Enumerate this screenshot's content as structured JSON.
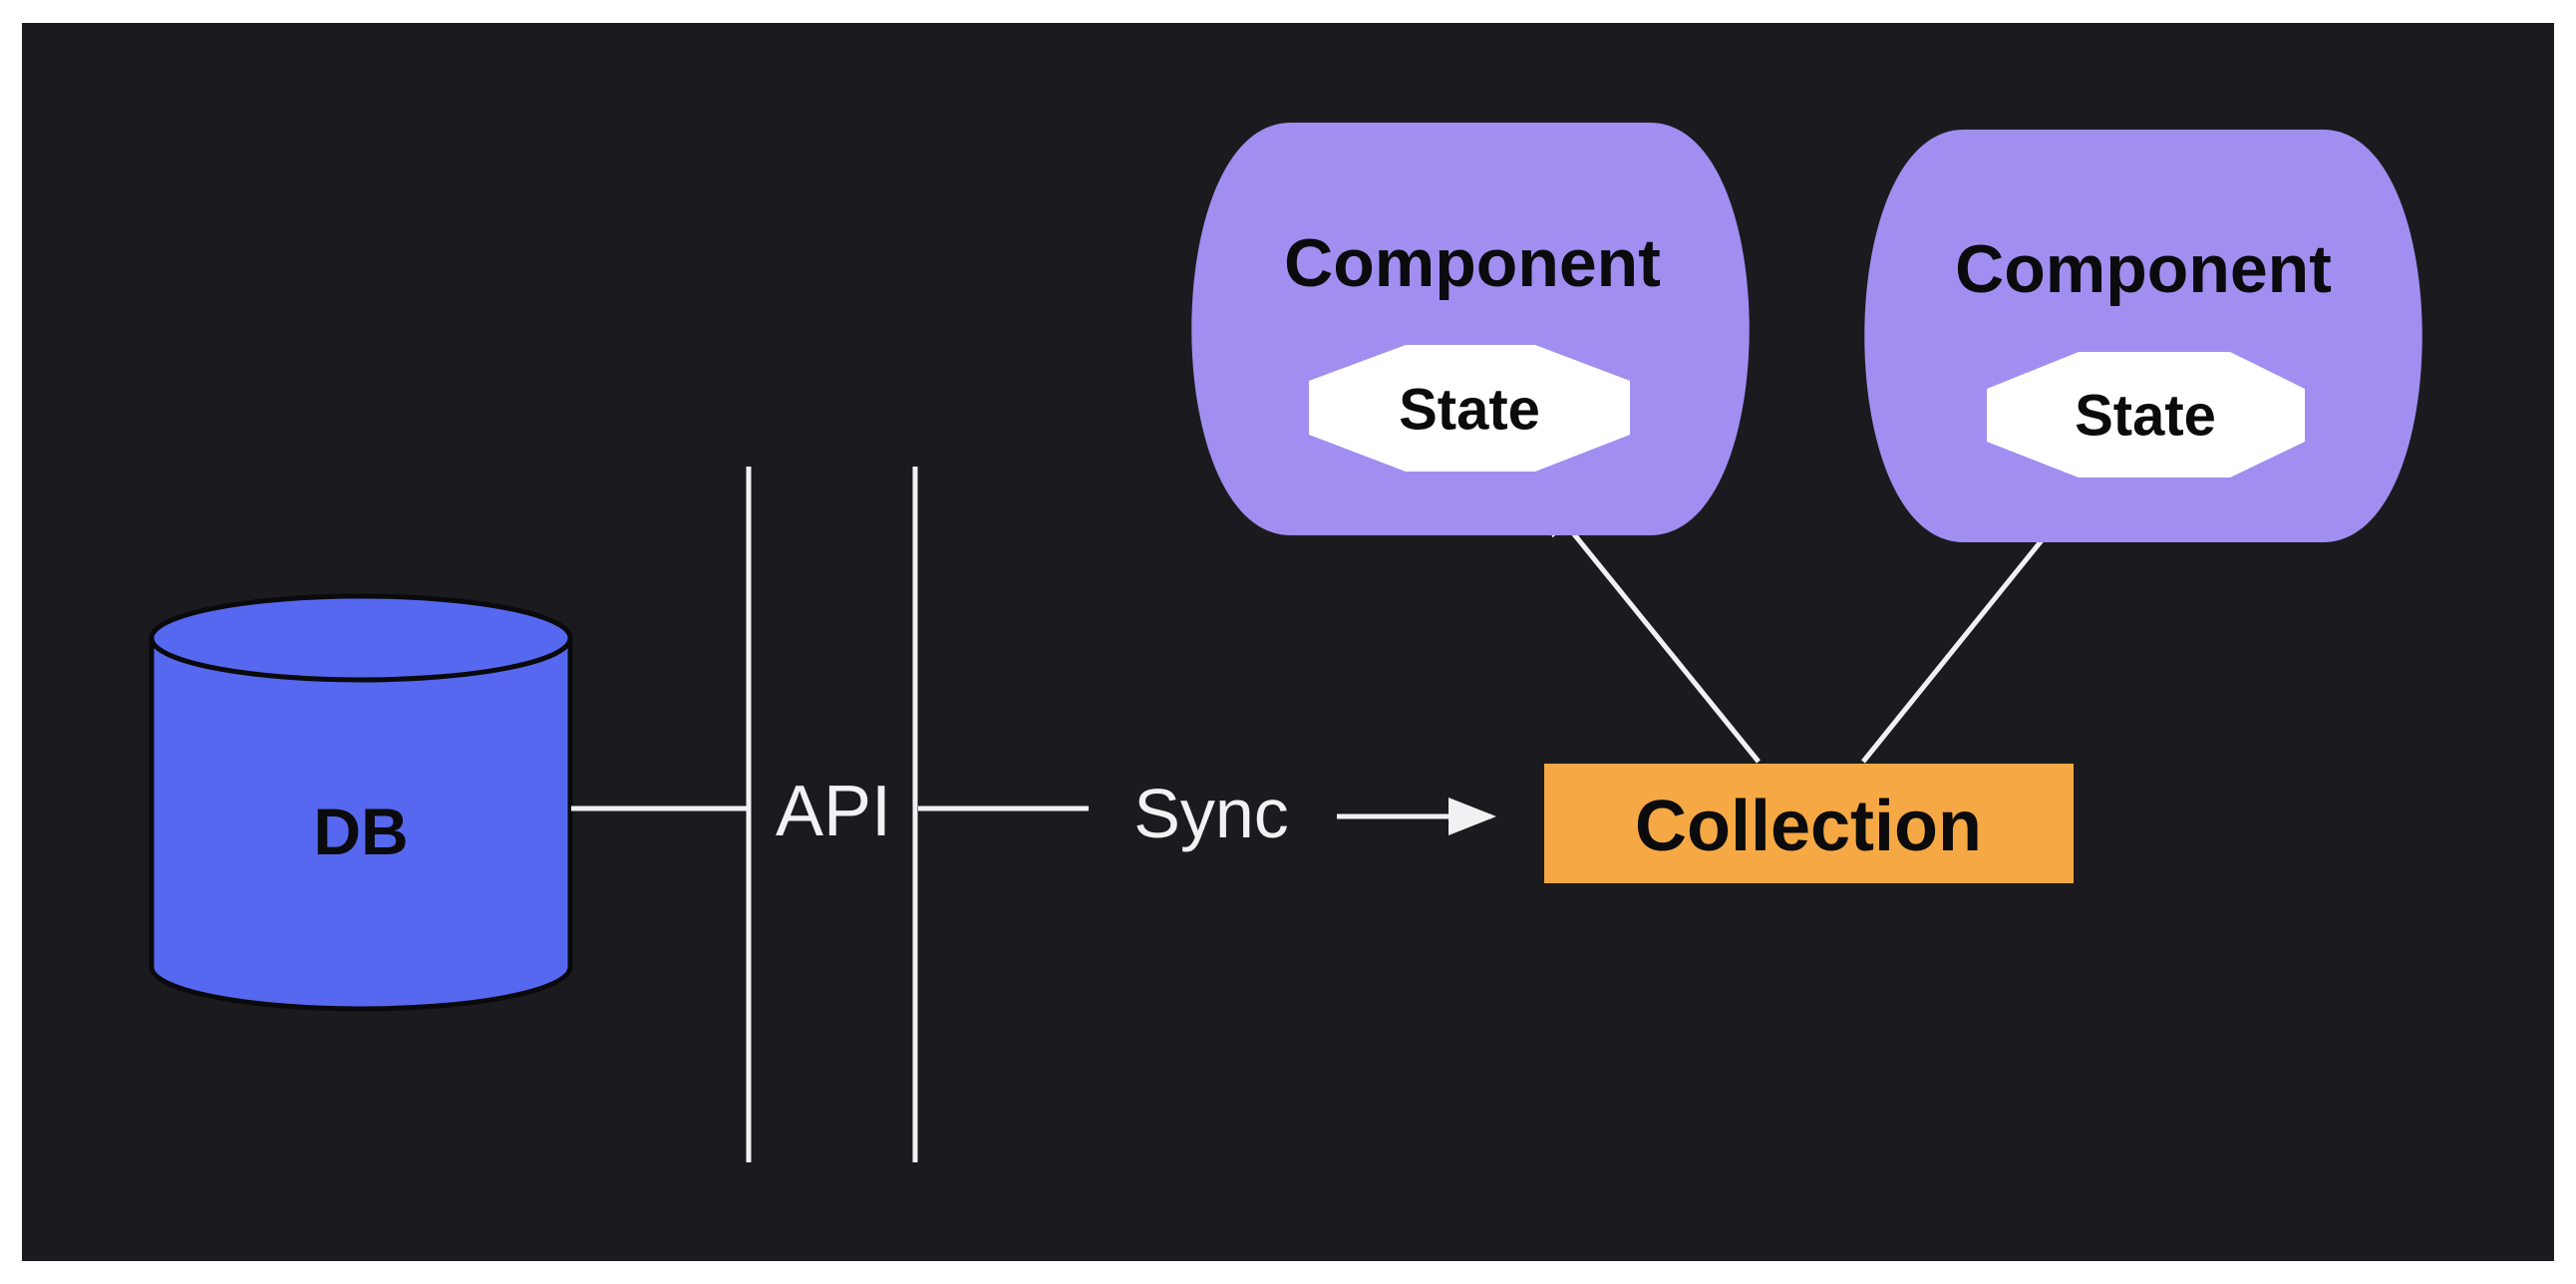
{
  "diagram": {
    "title": "DB to components state sync diagram",
    "background": "#1b1b1f",
    "frame_color": "#ffffff",
    "colors": {
      "db_fill": "#5668f0",
      "component_fill": "#a18ef0",
      "state_fill": "#ffffff",
      "collection_fill": "#f5a843",
      "line_white": "#f1f1f3",
      "text_dark": "#0b0b0d",
      "text_light": "#f2f2f4"
    },
    "nodes": {
      "db": {
        "label": "DB",
        "shape": "cylinder"
      },
      "api": {
        "label": "API",
        "shape": "boundary-lines"
      },
      "sync": {
        "label": "Sync"
      },
      "collection": {
        "label": "Collection",
        "shape": "rectangle"
      },
      "components": [
        {
          "label": "Component",
          "state": {
            "label": "State"
          }
        },
        {
          "label": "Component",
          "state": {
            "label": "State"
          }
        }
      ]
    },
    "edges": [
      {
        "from": "db",
        "to": "api-boundary",
        "style": "plain-line"
      },
      {
        "from": "api-boundary",
        "to": "sync-label",
        "style": "plain-line"
      },
      {
        "from": "sync-label",
        "to": "collection",
        "style": "arrow"
      },
      {
        "from": "collection",
        "to": "components.0.state",
        "style": "arrow"
      },
      {
        "from": "collection",
        "to": "components.1.state",
        "style": "arrow"
      }
    ]
  }
}
